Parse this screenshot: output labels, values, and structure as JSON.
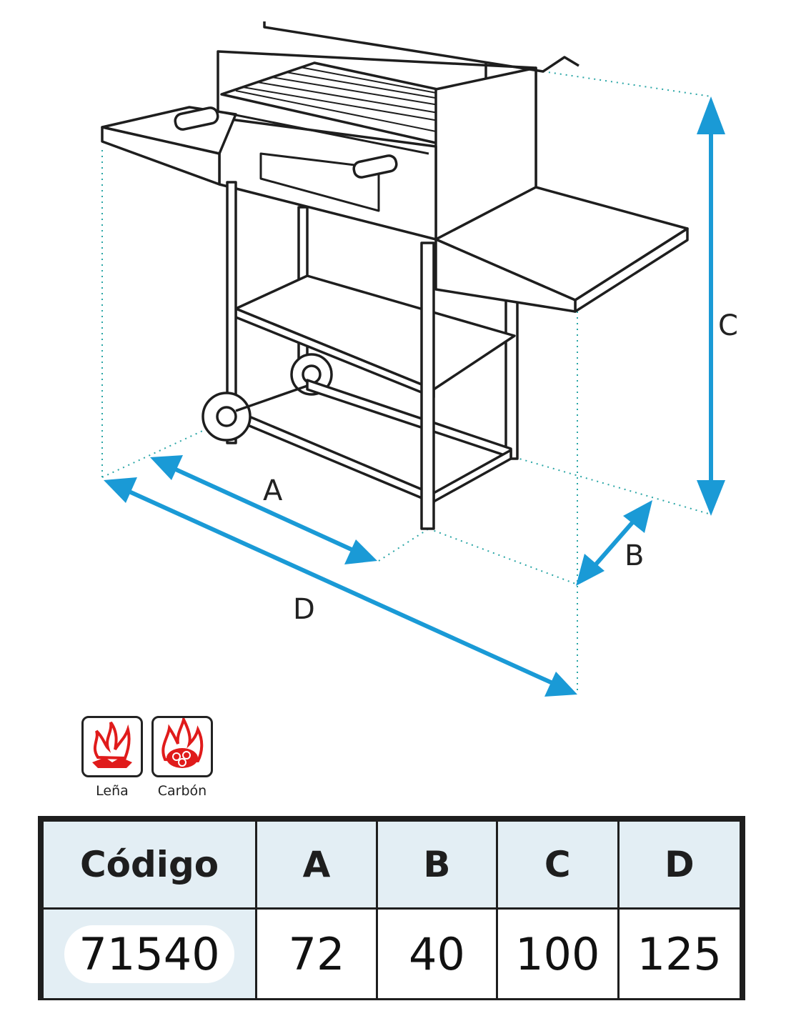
{
  "diagram": {
    "dimension_labels": {
      "a": "A",
      "b": "B",
      "c": "C",
      "d": "D"
    },
    "arrow_color": "#1a9ad6",
    "fuel_icons": [
      {
        "icon": "firewood-flame-icon",
        "label": "Leña"
      },
      {
        "icon": "charcoal-flame-icon",
        "label": "Carbón"
      }
    ]
  },
  "table": {
    "headers": [
      "Código",
      "A",
      "B",
      "C",
      "D"
    ],
    "rows": [
      [
        "71540",
        "72",
        "40",
        "100",
        "125"
      ]
    ]
  }
}
